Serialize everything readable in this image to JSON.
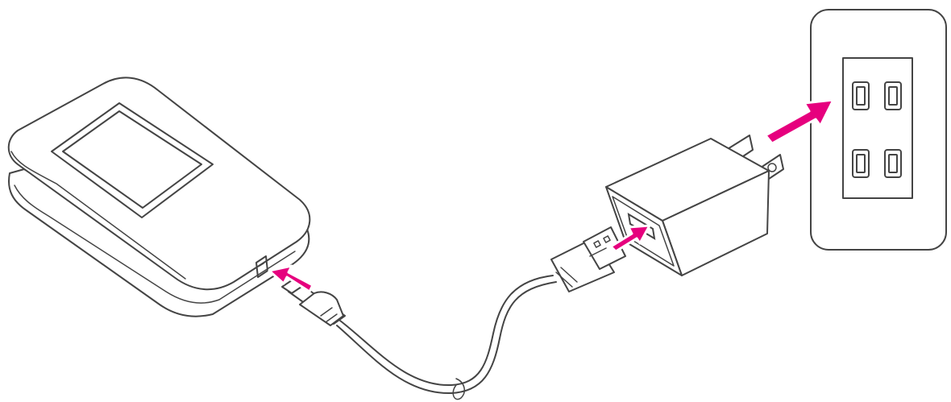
{
  "colors": {
    "line": "#444444",
    "arrow": "#e6007e",
    "background": "#ffffff"
  },
  "parts": [
    "hotspot-device",
    "micro-usb-connector",
    "cable",
    "usb-a-connector",
    "usb-power-adapter",
    "wall-outlet"
  ],
  "arrows": [
    "arrow-into-device-port",
    "arrow-into-adapter-port",
    "arrow-into-wall-outlet"
  ]
}
